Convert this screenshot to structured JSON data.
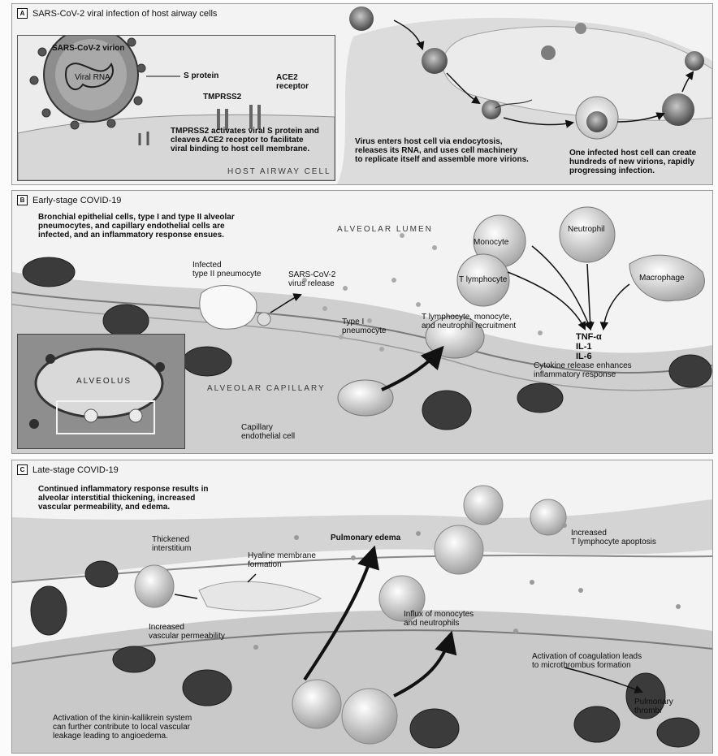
{
  "panel_a": {
    "letter": "A",
    "title": "SARS-CoV-2 viral infection of host airway cells",
    "labels": {
      "virion": "SARS-CoV-2 virion",
      "viral_rna": "Viral RNA",
      "s_protein": "S protein",
      "tmprss2": "TMPRSS2",
      "ace2": "ACE2\nreceptor",
      "tmprss2_note": "TMPRSS2 activates viral S protein and\ncleaves ACE2 receptor to facilitate\nviral binding to host cell membrane.",
      "host_cell": "HOST AIRWAY CELL",
      "endocytosis": "Virus enters host cell via endocytosis,\nreleases its RNA, and uses cell machinery\nto replicate itself and assemble more virions.",
      "infected_cell": "One infected host cell can create\nhundreds of new virions, rapidly\nprogressing infection."
    }
  },
  "panel_b": {
    "letter": "B",
    "title": "Early-stage COVID-19",
    "labels": {
      "intro": "Bronchial epithelial cells, type I and type II alveolar\npneumocytes, and capillary endothelial cells are\ninfected, and an inflammatory response ensues.",
      "lumen": "ALVEOLAR LUMEN",
      "monocyte": "Monocyte",
      "neutrophil": "Neutrophil",
      "t_lymph": "T lymphocyte",
      "macrophage": "Macrophage",
      "infected_pneumocyte": "Infected\ntype II pneumocyte",
      "virus_release": "SARS-CoV-2\nvirus release",
      "type1": "Type I\npneumocyte",
      "recruitment": "T lymphocyte, monocyte,\nand neutrophil recruitment",
      "cytokines": "TNF-α\nIL-1\nIL-6",
      "cytokine_release": "Cytokine release enhances\ninflammatory response",
      "alveolus": "ALVEOLUS",
      "capillary": "ALVEOLAR CAPILLARY",
      "endothelial": "Capillary\nendothelial cell"
    }
  },
  "panel_c": {
    "letter": "C",
    "title": "Late-stage COVID-19",
    "labels": {
      "intro": "Continued inflammatory response results in\nalveolar interstitial thickening, increased\nvascular permeability, and edema.",
      "thickened": "Thickened\ninterstitium",
      "hyaline": "Hyaline membrane\nformation",
      "edema": "Pulmonary edema",
      "apoptosis": "Increased\nT lymphocyte apoptosis",
      "permeability": "Increased\nvascular permeability",
      "influx": "Influx of monocytes\nand neutrophils",
      "coagulation": "Activation of coagulation leads\nto microthrombus formation",
      "thrombi": "Pulmonary\nthrombi",
      "kallikrein": "Activation of the kinin-kallikrein system\ncan further contribute to local vascular\nleakage leading to angioedema."
    }
  },
  "colors": {
    "background": "#f3f3f3",
    "tissue": "#d2d2d2",
    "dark_cell": "#3b3b3b",
    "line": "#111111"
  }
}
